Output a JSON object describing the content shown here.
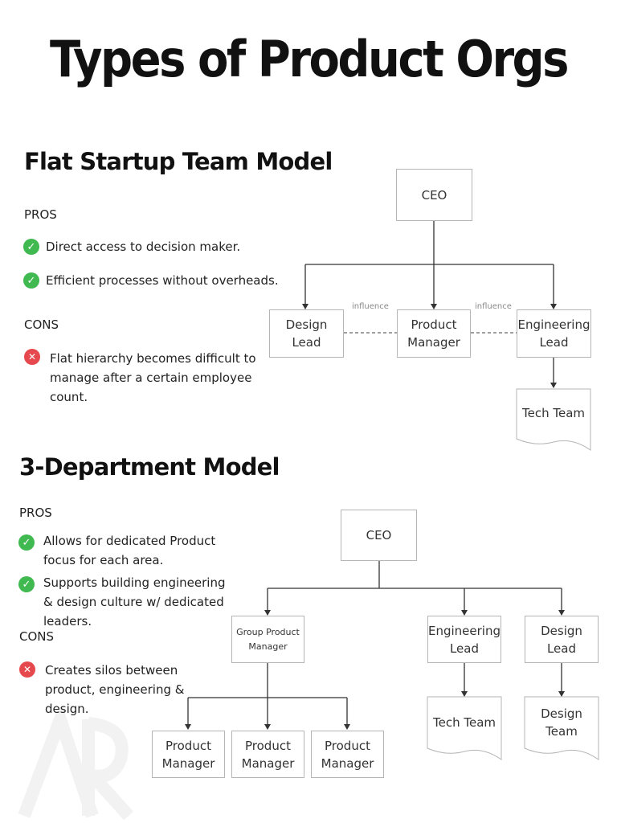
{
  "title": "Types of Product Orgs",
  "flat": {
    "heading": "Flat Startup Team Model",
    "pros_label": "PROS",
    "pros": [
      "Direct access to decision maker.",
      "Efficient processes without overheads."
    ],
    "cons_label": "CONS",
    "cons": [
      "Flat hierarchy becomes difficult to manage after a certain employee count."
    ],
    "nodes": {
      "ceo": "CEO",
      "design_lead": "Design Lead",
      "product_manager": "Product Manager",
      "engineering_lead": "Engineering Lead",
      "tech_team": "Tech Team"
    },
    "influence_left": "influence",
    "influence_right": "influence"
  },
  "dept": {
    "heading": "3-Department Model",
    "pros_label": "PROS",
    "pros": [
      "Allows for dedicated Product focus for each area.",
      "Supports building engineering & design culture w/ dedicated leaders."
    ],
    "cons_label": "CONS",
    "cons": [
      "Creates silos between product, engineering & design."
    ],
    "nodes": {
      "ceo": "CEO",
      "group_pm": "Group Product Manager",
      "engineering_lead": "Engineering Lead",
      "design_lead": "Design Lead",
      "tech_team": "Tech Team",
      "design_team": "Design Team",
      "pm1": "Product Manager",
      "pm2": "Product Manager",
      "pm3": "Product Manager"
    }
  },
  "colors": {
    "check": "#3fb950",
    "cross": "#e5484d",
    "line": "#333333",
    "border": "#b5b5b5"
  },
  "icons": {
    "pro": "check-circle-icon",
    "con": "x-circle-icon"
  }
}
